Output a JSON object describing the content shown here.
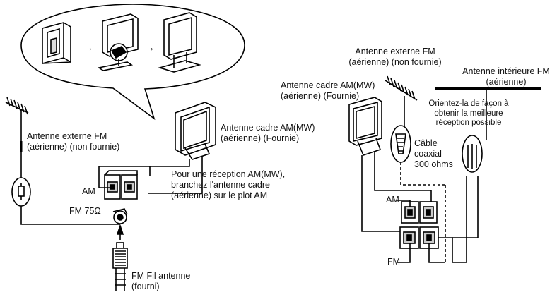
{
  "left": {
    "fm_ext_1": "Antenne externe FM",
    "fm_ext_2": "(aérienne) (non fournie)",
    "am_loop_1": "Antenne cadre AM(MW)",
    "am_loop_2": "(aérienne) (Fournie)",
    "am_note_1": "Pour une réception AM(MW),",
    "am_note_2": "branchez l'antenne cadre",
    "am_note_3": "(aérienne) sur le plot AM",
    "am": "AM",
    "fm75": "FM 75Ω",
    "fm_wire_1": "FM Fil antenne",
    "fm_wire_2": "(fourni)"
  },
  "right": {
    "fm_ext_1": "Antenne externe FM",
    "fm_ext_2": "(aérienne) (non fournie)",
    "am_loop_1": "Antenne cadre AM(MW)",
    "am_loop_2": "(aérienne) (Fournie)",
    "fm_int_1": "Antenne intérieure FM",
    "fm_int_2": "(aérienne)",
    "orient_1": "Orientez-la de façon à",
    "orient_2": "obtenir la meilleure",
    "orient_3": "réception possible",
    "coax_1": "Câble",
    "coax_2": "coaxial",
    "coax_3": "300 ohms",
    "am": "AM",
    "fm": "FM"
  }
}
